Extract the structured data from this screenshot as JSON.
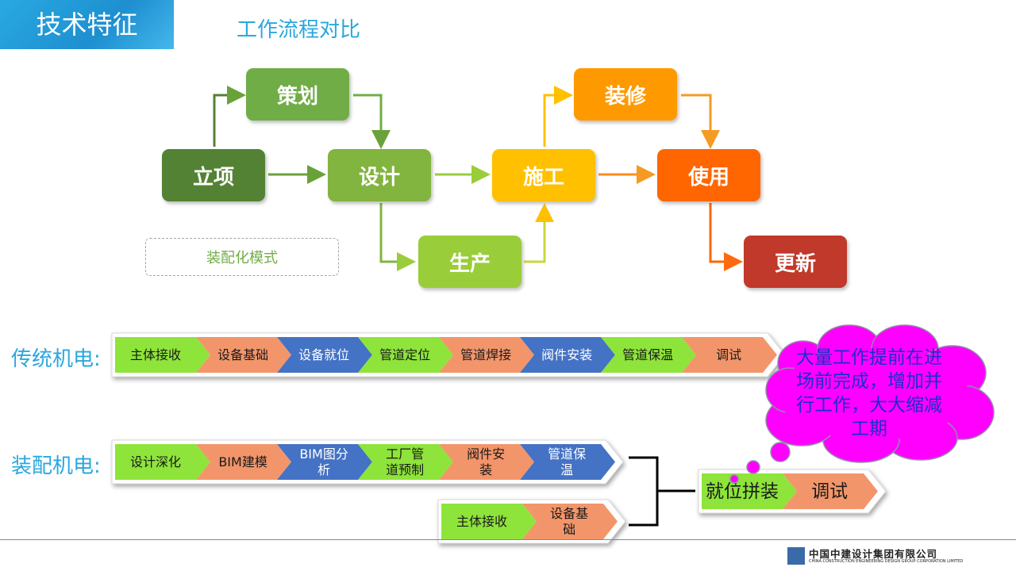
{
  "header": {
    "title": "技术特征",
    "subtitle": "工作流程对比"
  },
  "flow": {
    "nodes": {
      "lixiang": "立项",
      "cehua": "策划",
      "sheji": "设计",
      "shengchan": "生产",
      "shigong": "施工",
      "zhuangxiu": "装修",
      "shiyong": "使用",
      "gengxin": "更新"
    },
    "legend_text": "装配化模式",
    "colors": {
      "lixiang": "#548235",
      "cehua": "#70ad47",
      "sheji": "#82b440",
      "shengchan": "#9acd3a",
      "shigong": "#ffc000",
      "zhuangxiu": "#ff9900",
      "shiyong": "#ff6600",
      "gengxin": "#c0392b"
    }
  },
  "traditional": {
    "label": "传统机电:",
    "steps": [
      "主体接收",
      "设备基础",
      "设备就位",
      "管道定位",
      "管道焊接",
      "阀件安装",
      "管道保温",
      "调试"
    ]
  },
  "prefab": {
    "label": "装配机电:",
    "steps": [
      "设计深化",
      "BIM建模",
      "BIM图分析",
      "工厂管道预制",
      "阀件安装",
      "管道保温"
    ],
    "steps_display": [
      "设计深化",
      "BIM建模",
      "BIM图分\n析",
      "工厂管\n道预制",
      "阀件安\n装",
      "管道保\n温"
    ],
    "parallel_steps": [
      "主体接收",
      "设备基础"
    ],
    "parallel_display": [
      "主体接收",
      "设备基\n础"
    ],
    "final_steps": [
      "就位拼装",
      "调试"
    ]
  },
  "cloud": {
    "text": "大量工作提前在进场前完成，增加并行工作，大大缩减工期"
  },
  "footer": {
    "company_cn": "中国中建设计集团有限公司",
    "company_en": "CHINA CONSTRUCTION ENGINEERING DESIGN GROUP CORPORATION LIMITED"
  }
}
